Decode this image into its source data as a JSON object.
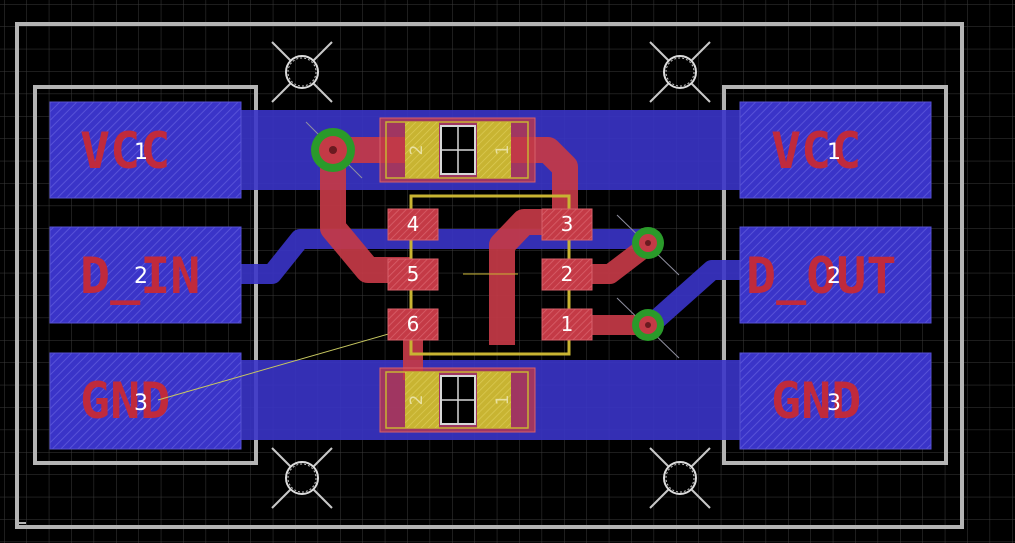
{
  "connectors": {
    "left": [
      {
        "label": "VCC",
        "pin": "1"
      },
      {
        "label": "D_IN",
        "pin": "2"
      },
      {
        "label": "GND",
        "pin": "3"
      }
    ],
    "right": [
      {
        "label": "VCC",
        "pin": "1"
      },
      {
        "label": "D_OUT",
        "pin": "2"
      },
      {
        "label": "GND",
        "pin": "3"
      }
    ]
  },
  "ic": {
    "left_pins": [
      "4",
      "5",
      "6"
    ],
    "right_pins": [
      "3",
      "2",
      "1"
    ]
  },
  "capacitors": [
    {
      "pin_left": "2",
      "pin_right": "1"
    },
    {
      "pin_left": "2",
      "pin_right": "1"
    }
  ],
  "colors": {
    "background": "#000000",
    "grid": "#3a3a3a",
    "outline": "#b4b4b4",
    "bottom_copper": "#3a34c8",
    "top_copper": "#c43a46",
    "via": "#2a9a2a",
    "silkscreen": "#c8b432",
    "pad_yellow": "#c8b432"
  }
}
